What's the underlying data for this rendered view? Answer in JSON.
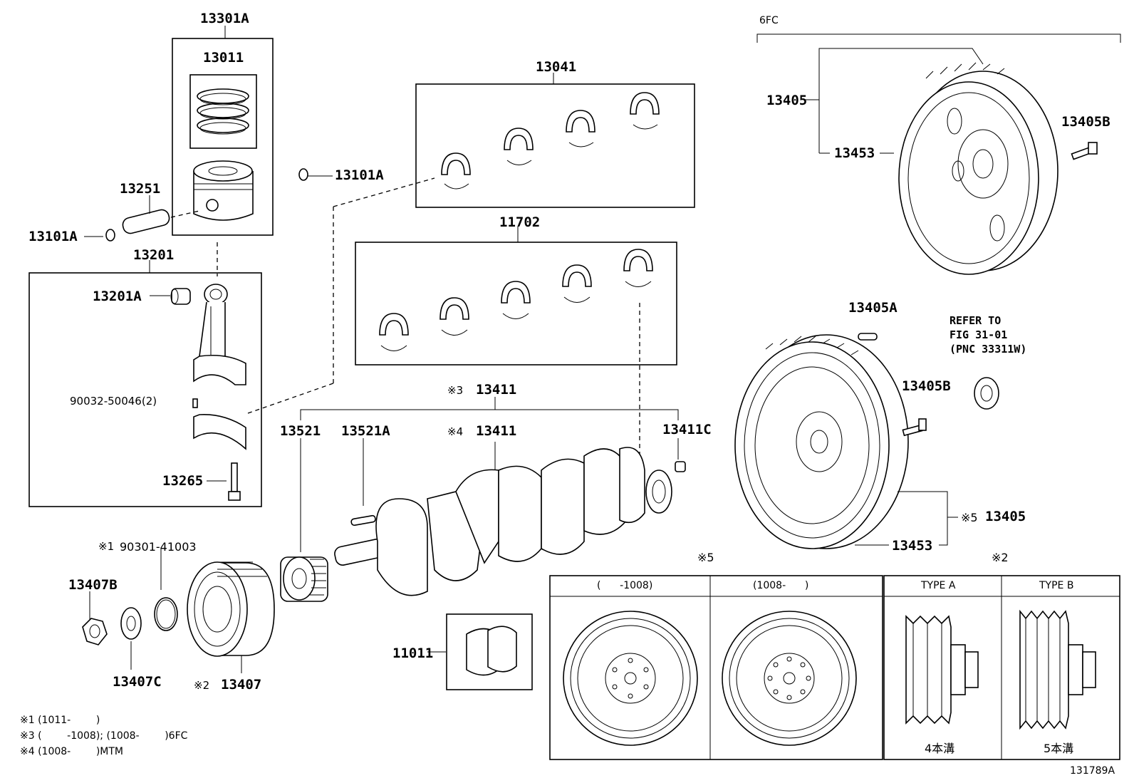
{
  "diagram": {
    "figure_id": "131789A",
    "group_label": "6FC",
    "parts": {
      "p13301A": "13301A",
      "p13011": "13011",
      "p13101A_top": "13101A",
      "p13251": "13251",
      "p13101A_left": "13101A",
      "p13201": "13201",
      "p13201A": "13201A",
      "p90032": "90032-50046(2)",
      "p13265": "13265",
      "p13041": "13041",
      "p11702": "11702",
      "p13411_a": "13411",
      "p13411_b": "13411",
      "p13411C": "13411C",
      "p13521": "13521",
      "p13521A": "13521A",
      "p90301": "90301-41003",
      "p13407B": "13407B",
      "p13407C": "13407C",
      "p13407": "13407",
      "p11011": "11011",
      "p13405_top": "13405",
      "p13453_top": "13453",
      "p13405B_top": "13405B",
      "p13405A": "13405A",
      "p13405B_mid": "13405B",
      "p13405_bot": "13405",
      "p13453_bot": "13453"
    },
    "marks": {
      "m1": "※1",
      "m2": "※2",
      "m3": "※3",
      "m4": "※4",
      "m5": "※5",
      "m5_box": "※5",
      "m2_box": "※2"
    },
    "refer": {
      "line1": "REFER TO",
      "line2": "FIG 31-01",
      "line3": "(PNC 33311W)"
    },
    "box5": {
      "col1": "(      -1008)",
      "col2": "(1008-      )"
    },
    "box2": {
      "col1": "TYPE A",
      "col2": "TYPE B",
      "cap1": "4本溝",
      "cap2": "5本溝"
    },
    "notes": [
      "※1 (1011-        )",
      "※3 (        -1008); (1008-        )6FC",
      "※4 (1008-        )MTM"
    ]
  }
}
